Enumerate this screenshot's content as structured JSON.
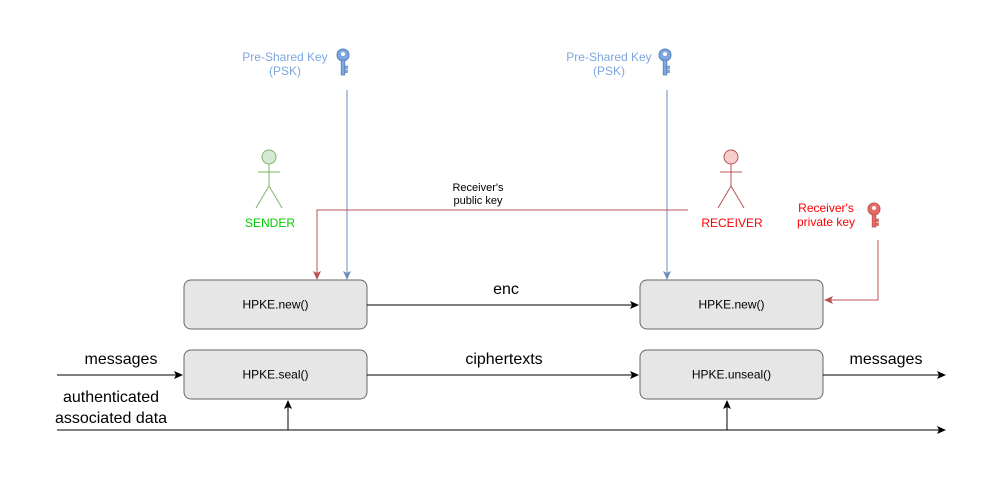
{
  "colors": {
    "blue": "#6c8ebf",
    "blue_text": "#7ea6e0",
    "red": "#b85450",
    "red_text": "#ff0000",
    "red_key": "#ea6b66",
    "green": "#00cc00",
    "green_fill": "#d5e8d4",
    "green_stroke": "#82b366",
    "red_fill": "#f8cecc",
    "box_fill": "#e6e6e6",
    "box_stroke": "#666666"
  },
  "icons": {
    "psk_key_sender": "key-icon",
    "psk_key_receiver": "key-icon",
    "private_key": "key-icon",
    "sender": "person-icon",
    "receiver": "person-icon"
  },
  "psk_left": {
    "line1": "Pre-Shared Key",
    "line2": "(PSK)"
  },
  "psk_right": {
    "line1": "Pre-Shared Key",
    "line2": "(PSK)"
  },
  "sender": {
    "label": "SENDER"
  },
  "receiver": {
    "label": "RECEIVER"
  },
  "public_key": {
    "line1": "Receiver's",
    "line2": "public key"
  },
  "private_key": {
    "line1": "Receiver's",
    "line2": "private key"
  },
  "boxes": {
    "sender_new": "HPKE.new()",
    "sender_seal": "HPKE.seal()",
    "receiver_new": "HPKE.new()",
    "receiver_unseal": "HPKE.unseal()"
  },
  "edges": {
    "enc": "enc",
    "ciphertexts": "ciphertexts",
    "messages_in": "messages",
    "messages_out": "messages",
    "aad_line1": "authenticated",
    "aad_line2": "associated data"
  }
}
